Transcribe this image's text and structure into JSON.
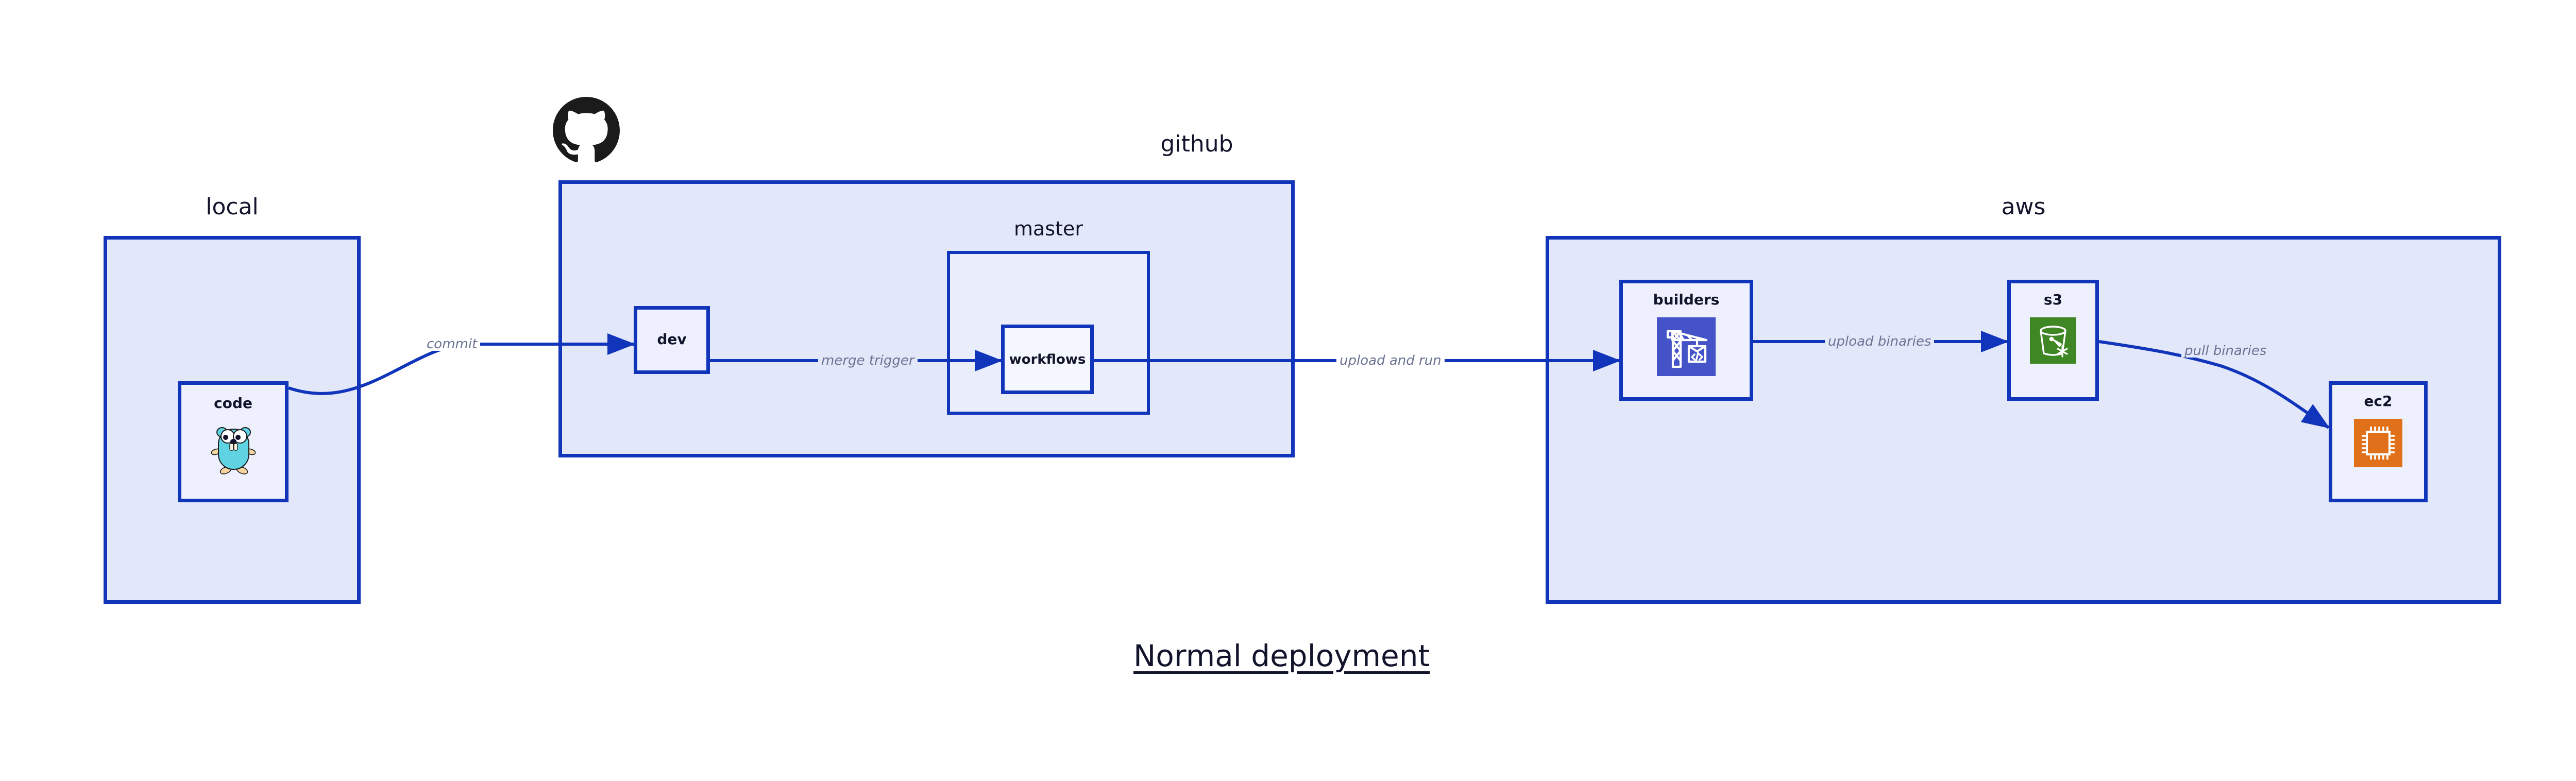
{
  "diagram": {
    "title": "Normal deployment",
    "colors": {
      "group_fill": "#e2e7fa",
      "subgroup_fill": "#e9edfc",
      "node_fill": "#eef1fd",
      "stroke": "#1034ba",
      "edge_label": "#6b7393",
      "text": "#11142b",
      "builders_icon": "#4553c8",
      "s3_icon": "#3f8624",
      "ec2_icon": "#e0701a",
      "gopher_body": "#5fd3e2"
    }
  },
  "groups": [
    {
      "id": "local",
      "label": "local"
    },
    {
      "id": "github",
      "label": "github"
    },
    {
      "id": "master",
      "label": "master"
    },
    {
      "id": "aws",
      "label": "aws"
    }
  ],
  "nodes": [
    {
      "id": "code",
      "label": "code",
      "icon": "go-gopher-icon"
    },
    {
      "id": "dev",
      "label": "dev",
      "icon": "none"
    },
    {
      "id": "workflows",
      "label": "workflows",
      "icon": "none"
    },
    {
      "id": "builders",
      "label": "builders",
      "icon": "aws-codebuild-crane-icon"
    },
    {
      "id": "s3",
      "label": "s3",
      "icon": "aws-s3-bucket-icon"
    },
    {
      "id": "ec2",
      "label": "ec2",
      "icon": "aws-ec2-chip-icon"
    }
  ],
  "edges": [
    {
      "id": "commit",
      "from": "code",
      "to": "dev",
      "label": "commit"
    },
    {
      "id": "merge-trigger",
      "from": "dev",
      "to": "workflows",
      "label": "merge trigger"
    },
    {
      "id": "upload-and-run",
      "from": "workflows",
      "to": "builders",
      "label": "upload and run"
    },
    {
      "id": "upload-binaries",
      "from": "builders",
      "to": "s3",
      "label": "upload binaries"
    },
    {
      "id": "pull-binaries",
      "from": "s3",
      "to": "ec2",
      "label": "pull binaries"
    }
  ],
  "brand": {
    "github_logo_alt": "github-octocat-logo"
  }
}
